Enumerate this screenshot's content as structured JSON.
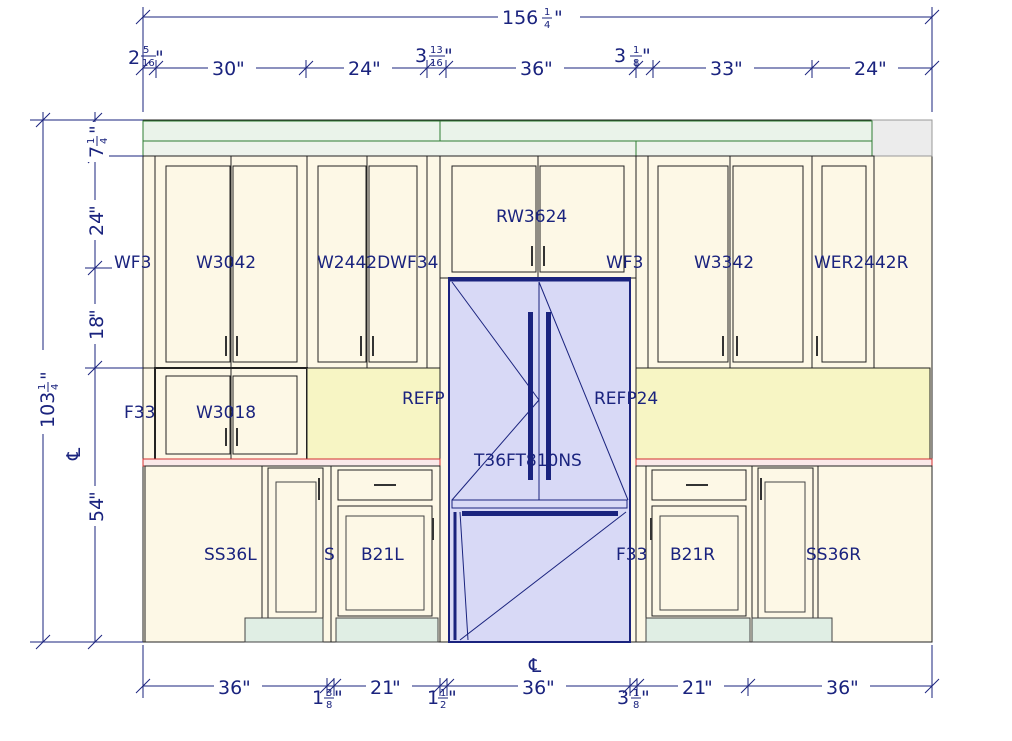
{
  "dimensions": {
    "overall_width": {
      "whole": "156",
      "num": "1",
      "den": "4",
      "unit": "\""
    },
    "overall_height": {
      "whole": "103",
      "num": "1",
      "den": "4",
      "unit": "\""
    },
    "top_segments": [
      {
        "whole": "2",
        "num": "5",
        "den": "16",
        "unit": "\""
      },
      {
        "whole": "30",
        "unit": "\""
      },
      {
        "whole": "24",
        "unit": "\""
      },
      {
        "whole": "3",
        "num": "13",
        "den": "16",
        "unit": "\""
      },
      {
        "whole": "36",
        "unit": "\""
      },
      {
        "whole": "3",
        "num": "1",
        "den": "8",
        "unit": "\""
      },
      {
        "whole": "33",
        "unit": "\""
      },
      {
        "whole": "24",
        "unit": "\""
      }
    ],
    "bottom_segments": [
      {
        "whole": "36",
        "unit": "\""
      },
      {
        "whole": "1",
        "num": "3",
        "den": "8",
        "unit": "\""
      },
      {
        "whole": "21",
        "unit": "\""
      },
      {
        "whole": "1",
        "num": "1",
        "den": "2",
        "unit": "\""
      },
      {
        "whole": "36",
        "unit": "\""
      },
      {
        "whole": "3",
        "num": "1",
        "den": "8",
        "unit": "\""
      },
      {
        "whole": "21",
        "unit": "\""
      },
      {
        "whole": "36",
        "unit": "\""
      }
    ],
    "left_segments": [
      {
        "whole": "7",
        "num": "1",
        "den": "4",
        "unit": "\""
      },
      {
        "whole": "24",
        "unit": "\""
      },
      {
        "whole": "18",
        "unit": "\""
      },
      {
        "whole": "54",
        "unit": "\""
      }
    ],
    "centerline_symbol": "℄"
  },
  "cabinets": {
    "wf_left_upper": "WF3",
    "w3042": "W3042",
    "w2442dwf": "W2442DWF34",
    "rw3624": "RW3624",
    "wf_right_upper": "WF3",
    "w3342": "W3342",
    "wer2442r": "WER2442R",
    "f33_left": "F33",
    "w3018": "W3018",
    "refp_left": "REFP",
    "refp_right": "REFP24",
    "fridge": "T36FT810NS",
    "ss36l": "SS36L",
    "ss_partial": "S",
    "b21l": "B21L",
    "f33_right": "F33",
    "b21r": "B21R",
    "ss36r": "SS36R"
  },
  "colors": {
    "cabinet_fill": "#fdf8e6",
    "panel_fill": "#f7f5c4",
    "crown_fill": "#eaf3ea",
    "crown_stroke": "#2e7d32",
    "counter_stroke": "#d32f2f",
    "fridge_fill": "#d8d9f6",
    "fridge_stroke": "#1a237e",
    "dim_color": "#1a237e",
    "toekick_fill": "#e0eee4"
  }
}
